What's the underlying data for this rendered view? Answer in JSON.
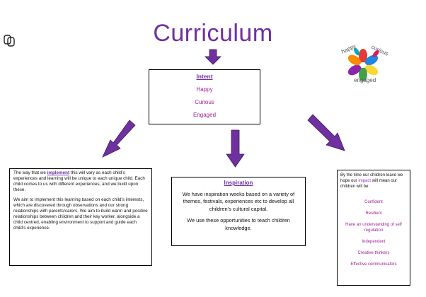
{
  "title": "Curriculum",
  "intent": {
    "heading": "Intent",
    "items": [
      "Happy",
      "Curious",
      "Engaged"
    ]
  },
  "implement": {
    "p1_before": "The way that we ",
    "p1_link": "implement",
    "p1_after": " this will vary as each child’s experiences and learning will be unique to each unique child. Each child comes to us with different experiences, and we build upon these.",
    "p2": "We aim to implement this learning based on each child’s interests, which are discovered through observations and our strong relationships with parents/carers.  We aim to build warm and positive relationships between children and their key worker, alongside a child centred, enabling environment to support and guide each child’s experience."
  },
  "inspiration": {
    "heading": "Inspiration",
    "p1": "We have inspiration weeks based on a variety of themes, festivals, experiences etc to develop all children’s cultural capital.",
    "p2": "We use these opportunities to teach children knowledge."
  },
  "impact": {
    "intro_before": "By the time our children leave we hope our ",
    "intro_link": "impact",
    "intro_after": " will mean our children will be:",
    "items": [
      "Confident",
      "Resilient",
      "Have an understanding of self regulation",
      "Independent",
      "Creative thinkers",
      "Effective communicators"
    ]
  },
  "logo": {
    "words": [
      "happy",
      "curious",
      "engaged"
    ]
  },
  "colors": {
    "purple": "#7030a0",
    "magenta": "#a0209a",
    "arrow": "#7030a0"
  },
  "icons": {
    "corner_icon": "interlocking-rings-icon",
    "logo": "hands-wheel-logo"
  }
}
